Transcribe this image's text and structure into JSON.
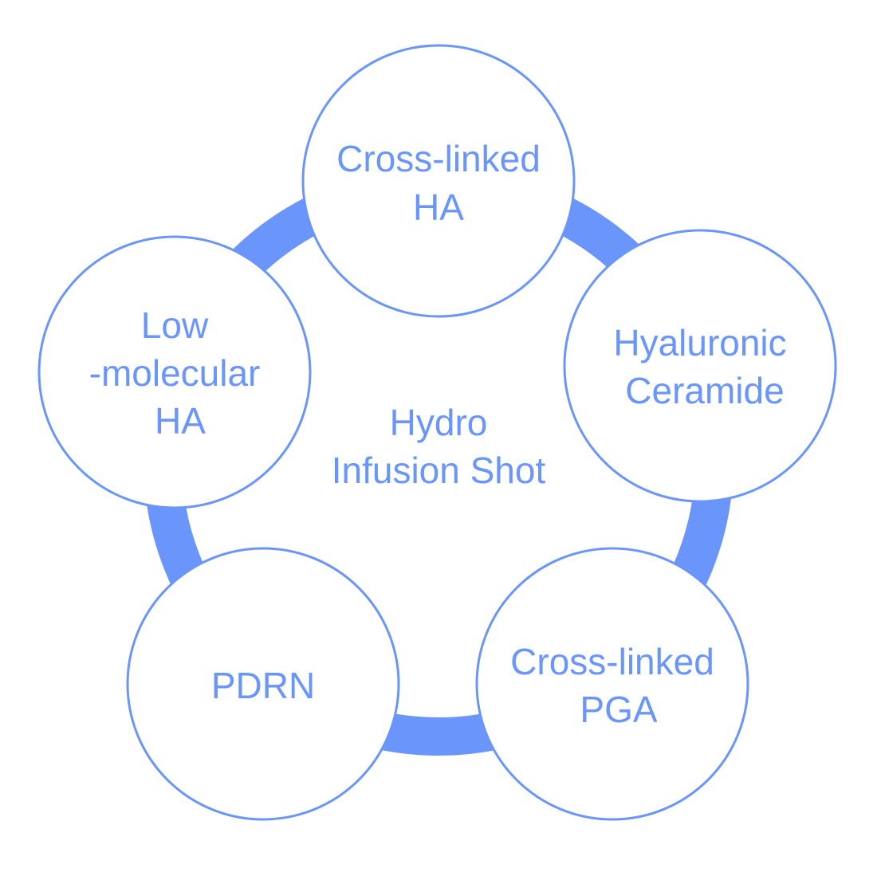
{
  "colors": {
    "accent": "#6a95fb",
    "node_border": "#6a95fb",
    "node_fill": "#ffffff",
    "background": "#ffffff"
  },
  "center": {
    "lines": [
      "Hydro",
      "Infusion Shot"
    ]
  },
  "nodes": [
    {
      "lines": [
        "Cross-linked",
        "HA"
      ]
    },
    {
      "lines": [
        "Hyaluronic",
        "Ceramide"
      ]
    },
    {
      "lines": [
        "Cross-linked",
        "PGA"
      ]
    },
    {
      "lines": [
        "PDRN"
      ]
    },
    {
      "lines": [
        "Low",
        "-molecular",
        "HA"
      ]
    }
  ]
}
